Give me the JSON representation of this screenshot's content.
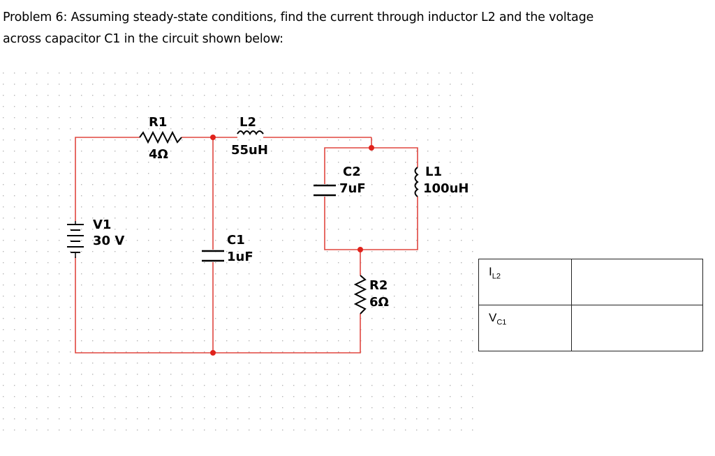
{
  "problem": {
    "line1": "Problem 6:  Assuming steady-state conditions, find the current through inductor L2 and the voltage",
    "line2": "across capacitor C1 in the circuit shown below:"
  },
  "circuit": {
    "V1": {
      "name": "V1",
      "value": "30 V"
    },
    "R1": {
      "name": "R1",
      "value": "4Ω"
    },
    "L2": {
      "name": "L2",
      "value": "55uH"
    },
    "C1": {
      "name": "C1",
      "value": "1uF"
    },
    "C2": {
      "name": "C2",
      "value": "7uF"
    },
    "L1": {
      "name": "L1",
      "value": "100uH"
    },
    "R2": {
      "name": "R2",
      "value": "6Ω"
    },
    "colors": {
      "wire": "#e0463f",
      "node": "#e0221b",
      "grid_dot": "#b5b5b5"
    }
  },
  "answer_table": {
    "rows": [
      {
        "symbol": "I",
        "subscript": "L2",
        "answer": ""
      },
      {
        "symbol": "V",
        "subscript": "C1",
        "answer": ""
      }
    ]
  }
}
